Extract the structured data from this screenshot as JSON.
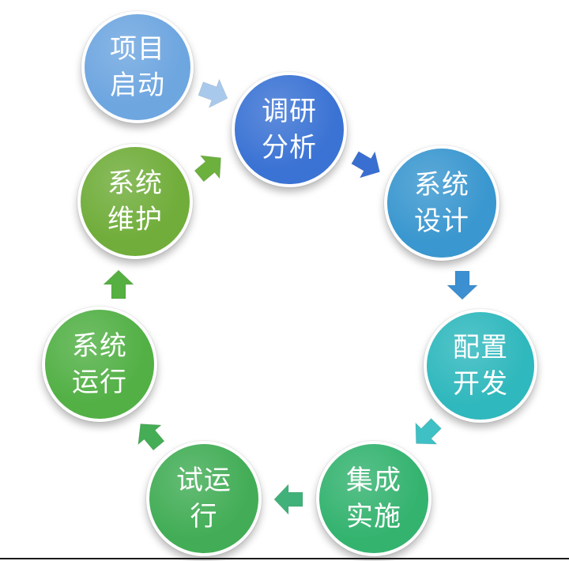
{
  "diagram": {
    "nodes": [
      {
        "id": "xiangmu-qidong",
        "line1": "项目",
        "line2": "启动",
        "color": "#6ea6e0"
      },
      {
        "id": "diaoyan-fenxi",
        "line1": "调研",
        "line2": "分析",
        "color": "#3b73d4"
      },
      {
        "id": "xitong-sheji",
        "line1": "系统",
        "line2": "设计",
        "color": "#3a97cf"
      },
      {
        "id": "peizhi-kaifa",
        "line1": "配置",
        "line2": "开发",
        "color": "#2fb8bd"
      },
      {
        "id": "jicheng-shishi",
        "line1": "集成",
        "line2": "实施",
        "color": "#34b36f"
      },
      {
        "id": "shi-yunxing",
        "line1": "试运",
        "line2": "行",
        "color": "#42ad56"
      },
      {
        "id": "xitong-yunxing",
        "line1": "系统",
        "line2": "运行",
        "color": "#52b045"
      },
      {
        "id": "xitong-weihu",
        "line1": "系统",
        "line2": "维护",
        "color": "#70ad3a"
      }
    ],
    "arrow_colors": [
      "#a9c9ec",
      "#3a6fd2",
      "#3c8fd0",
      "#3fc0c4",
      "#41b17a",
      "#45ad55",
      "#55b041",
      "#6cb03d"
    ]
  }
}
